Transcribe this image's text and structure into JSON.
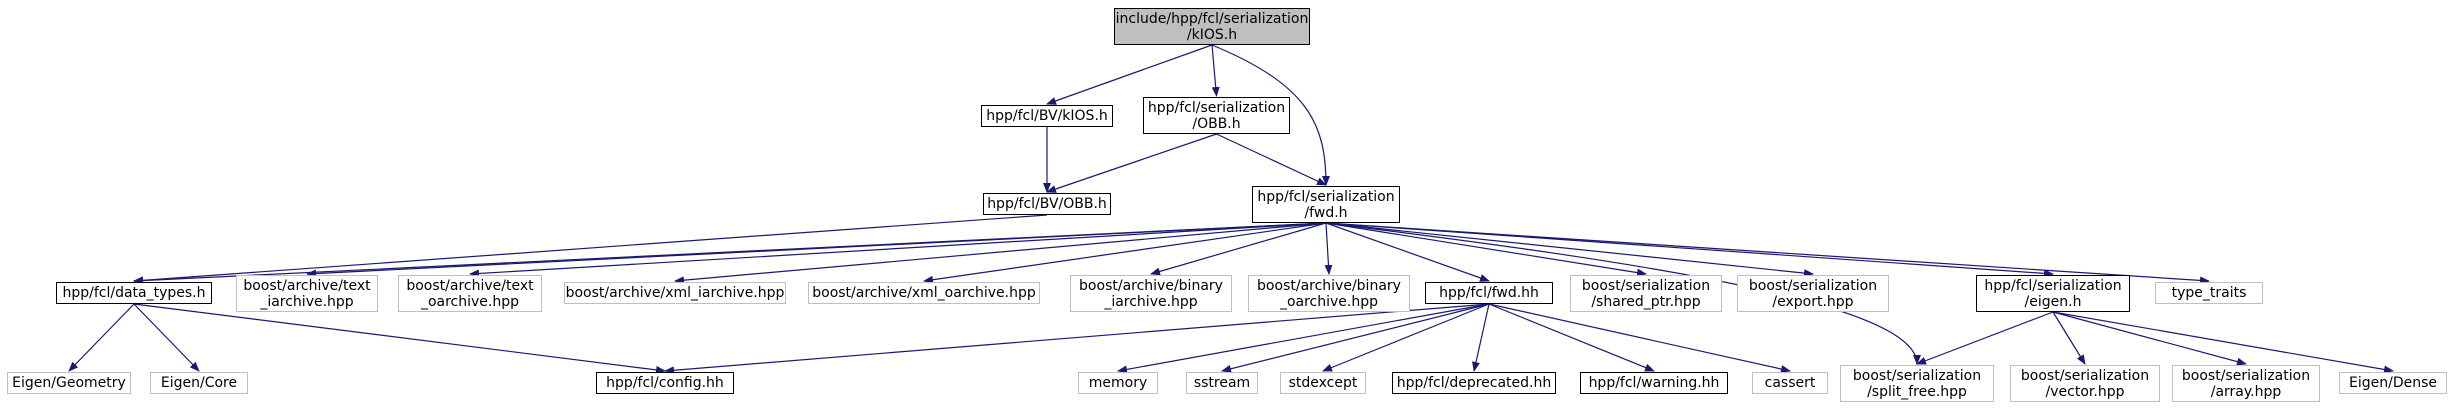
{
  "diagram": {
    "nodes": [
      {
        "id": "root",
        "kind": "root",
        "lines": [
          "include/hpp/fcl/serialization",
          "/kIOS.h"
        ]
      },
      {
        "id": "bv_kios",
        "kind": "internal",
        "lines": [
          "hpp/fcl/BV/kIOS.h"
        ]
      },
      {
        "id": "ser_obb",
        "kind": "internal",
        "lines": [
          "hpp/fcl/serialization",
          "/OBB.h"
        ]
      },
      {
        "id": "bv_obb",
        "kind": "internal",
        "lines": [
          "hpp/fcl/BV/OBB.h"
        ]
      },
      {
        "id": "ser_fwd",
        "kind": "internal",
        "lines": [
          "hpp/fcl/serialization",
          "/fwd.h"
        ]
      },
      {
        "id": "data_types",
        "kind": "internal",
        "lines": [
          "hpp/fcl/data_types.h"
        ]
      },
      {
        "id": "text_iarchive",
        "kind": "external",
        "lines": [
          "boost/archive/text",
          "_iarchive.hpp"
        ]
      },
      {
        "id": "text_oarchive",
        "kind": "external",
        "lines": [
          "boost/archive/text",
          "_oarchive.hpp"
        ]
      },
      {
        "id": "xml_iarchive",
        "kind": "external",
        "lines": [
          "boost/archive/xml_iarchive.hpp"
        ]
      },
      {
        "id": "xml_oarchive",
        "kind": "external",
        "lines": [
          "boost/archive/xml_oarchive.hpp"
        ]
      },
      {
        "id": "binary_iarchive",
        "kind": "external",
        "lines": [
          "boost/archive/binary",
          "_iarchive.hpp"
        ]
      },
      {
        "id": "binary_oarchive",
        "kind": "external",
        "lines": [
          "boost/archive/binary",
          "_oarchive.hpp"
        ]
      },
      {
        "id": "fcl_fwd",
        "kind": "internal",
        "lines": [
          "hpp/fcl/fwd.hh"
        ]
      },
      {
        "id": "shared_ptr",
        "kind": "external",
        "lines": [
          "boost/serialization",
          "/shared_ptr.hpp"
        ]
      },
      {
        "id": "export",
        "kind": "external",
        "lines": [
          "boost/serialization",
          "/export.hpp"
        ]
      },
      {
        "id": "ser_eigen",
        "kind": "internal",
        "lines": [
          "hpp/fcl/serialization",
          "/eigen.h"
        ]
      },
      {
        "id": "type_traits",
        "kind": "external",
        "lines": [
          "type_traits"
        ]
      },
      {
        "id": "eigen_geometry",
        "kind": "external",
        "lines": [
          "Eigen/Geometry"
        ]
      },
      {
        "id": "eigen_core",
        "kind": "external",
        "lines": [
          "Eigen/Core"
        ]
      },
      {
        "id": "config",
        "kind": "internal",
        "lines": [
          "hpp/fcl/config.hh"
        ]
      },
      {
        "id": "memory",
        "kind": "external",
        "lines": [
          "memory"
        ]
      },
      {
        "id": "sstream",
        "kind": "external",
        "lines": [
          "sstream"
        ]
      },
      {
        "id": "stdexcept",
        "kind": "external",
        "lines": [
          "stdexcept"
        ]
      },
      {
        "id": "deprecated",
        "kind": "internal",
        "lines": [
          "hpp/fcl/deprecated.hh"
        ]
      },
      {
        "id": "warning",
        "kind": "internal",
        "lines": [
          "hpp/fcl/warning.hh"
        ]
      },
      {
        "id": "cassert",
        "kind": "external",
        "lines": [
          "cassert"
        ]
      },
      {
        "id": "split_free",
        "kind": "external",
        "lines": [
          "boost/serialization",
          "/split_free.hpp"
        ]
      },
      {
        "id": "ser_vector",
        "kind": "external",
        "lines": [
          "boost/serialization",
          "/vector.hpp"
        ]
      },
      {
        "id": "ser_array",
        "kind": "external",
        "lines": [
          "boost/serialization",
          "/array.hpp"
        ]
      },
      {
        "id": "eigen_dense",
        "kind": "external",
        "lines": [
          "Eigen/Dense"
        ]
      }
    ],
    "edges": [
      [
        "root",
        "bv_kios"
      ],
      [
        "root",
        "ser_obb"
      ],
      [
        "root",
        "ser_fwd"
      ],
      [
        "bv_kios",
        "bv_obb"
      ],
      [
        "ser_obb",
        "bv_obb"
      ],
      [
        "ser_obb",
        "ser_fwd"
      ],
      [
        "bv_obb",
        "data_types"
      ],
      [
        "ser_fwd",
        "data_types"
      ],
      [
        "ser_fwd",
        "text_iarchive"
      ],
      [
        "ser_fwd",
        "text_oarchive"
      ],
      [
        "ser_fwd",
        "xml_iarchive"
      ],
      [
        "ser_fwd",
        "xml_oarchive"
      ],
      [
        "ser_fwd",
        "binary_iarchive"
      ],
      [
        "ser_fwd",
        "binary_oarchive"
      ],
      [
        "ser_fwd",
        "fcl_fwd"
      ],
      [
        "ser_fwd",
        "shared_ptr"
      ],
      [
        "ser_fwd",
        "export"
      ],
      [
        "ser_fwd",
        "ser_eigen"
      ],
      [
        "ser_fwd",
        "type_traits"
      ],
      [
        "ser_fwd",
        "split_free"
      ],
      [
        "data_types",
        "eigen_geometry"
      ],
      [
        "data_types",
        "eigen_core"
      ],
      [
        "data_types",
        "config"
      ],
      [
        "fcl_fwd",
        "config"
      ],
      [
        "fcl_fwd",
        "memory"
      ],
      [
        "fcl_fwd",
        "sstream"
      ],
      [
        "fcl_fwd",
        "stdexcept"
      ],
      [
        "fcl_fwd",
        "deprecated"
      ],
      [
        "fcl_fwd",
        "warning"
      ],
      [
        "fcl_fwd",
        "cassert"
      ],
      [
        "ser_eigen",
        "split_free"
      ],
      [
        "ser_eigen",
        "ser_vector"
      ],
      [
        "ser_eigen",
        "ser_array"
      ],
      [
        "ser_eigen",
        "eigen_dense"
      ]
    ],
    "colors": {
      "edge": "#191970",
      "root_fill": "#bfbfbf",
      "internal_border": "#000000",
      "external_border": "#bfbfbf"
    }
  }
}
